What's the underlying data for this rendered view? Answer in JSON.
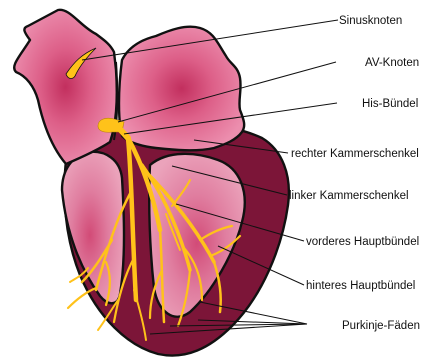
{
  "colors": {
    "atrium_pink": "#e8769c",
    "atrium_center": "#c22f5e",
    "ventricle_wall": "#7c1538",
    "ventricle_inner": "#e99ab4",
    "conduction_yellow": "#ffc21a",
    "outline": "#111111",
    "background": "#ffffff"
  },
  "labels": {
    "sinusknoten": "Sinusknoten",
    "av_knoten": "AV-Knoten",
    "his_buendel": "His-Bündel",
    "rechter_kammerschenkel": "rechter Kammerschenkel",
    "linker_kammerschenkel": "linker Kammerschenkel",
    "vorderes_hauptbuendel": "vorderes Hauptbündel",
    "hinteres_hauptbuendel": "hinteres Hauptbündel",
    "purkinje_faeden": "Purkinje-Fäden"
  }
}
